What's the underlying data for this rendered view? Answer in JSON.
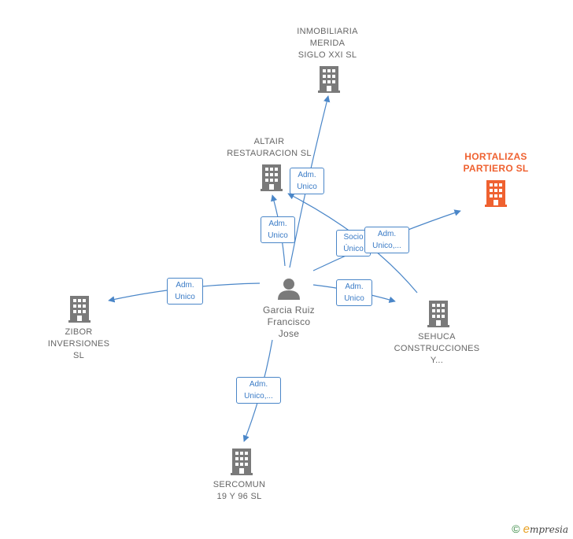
{
  "center": {
    "lines": [
      "Garcia Ruiz",
      "Francisco",
      "Jose"
    ],
    "icon": "person-icon"
  },
  "companies": [
    {
      "id": "inmobiliaria",
      "lines": [
        "INMOBILIARIA",
        "MERIDA",
        "SIGLO XXI  SL"
      ],
      "icon": "building-icon",
      "color": "#7a7a7a"
    },
    {
      "id": "altair",
      "lines": [
        "ALTAIR",
        "RESTAURACION SL"
      ],
      "icon": "building-icon",
      "color": "#7a7a7a"
    },
    {
      "id": "hortalizas",
      "lines": [
        "HORTALIZAS",
        "PARTIERO  SL"
      ],
      "icon": "building-icon",
      "color": "#ef6130",
      "highlight": true
    },
    {
      "id": "zibor",
      "lines": [
        "ZIBOR",
        "INVERSIONES",
        "SL"
      ],
      "icon": "building-icon",
      "color": "#7a7a7a"
    },
    {
      "id": "sehuca",
      "lines": [
        "SEHUCA",
        "CONSTRUCCIONES",
        "Y..."
      ],
      "icon": "building-icon",
      "color": "#7a7a7a"
    },
    {
      "id": "sercomun",
      "lines": [
        "SERCOMUN",
        "19 Y 96  SL"
      ],
      "icon": "building-icon",
      "color": "#7a7a7a"
    }
  ],
  "edges": [
    {
      "id": "e-inmobiliaria",
      "label": [
        "Adm.",
        "Unico"
      ]
    },
    {
      "id": "e-altair",
      "label": [
        "Adm.",
        "Unico"
      ]
    },
    {
      "id": "e-hortalizas",
      "label": [
        "Adm.",
        "Unico,..."
      ]
    },
    {
      "id": "e-sehuca-altair",
      "label": [
        "Socio",
        "Único"
      ]
    },
    {
      "id": "e-zibor",
      "label": [
        "Adm.",
        "Unico"
      ]
    },
    {
      "id": "e-sehuca",
      "label": [
        "Adm.",
        "Unico"
      ]
    },
    {
      "id": "e-sercomun",
      "label": [
        "Adm.",
        "Unico,..."
      ]
    }
  ],
  "colors": {
    "edge": "#4a86c8",
    "building": "#7a7a7a",
    "highlight": "#ef6130",
    "person": "#7a7a7a"
  },
  "copyright": {
    "symbol": "©",
    "brand_initial": "e",
    "brand_rest": "mpresia"
  }
}
